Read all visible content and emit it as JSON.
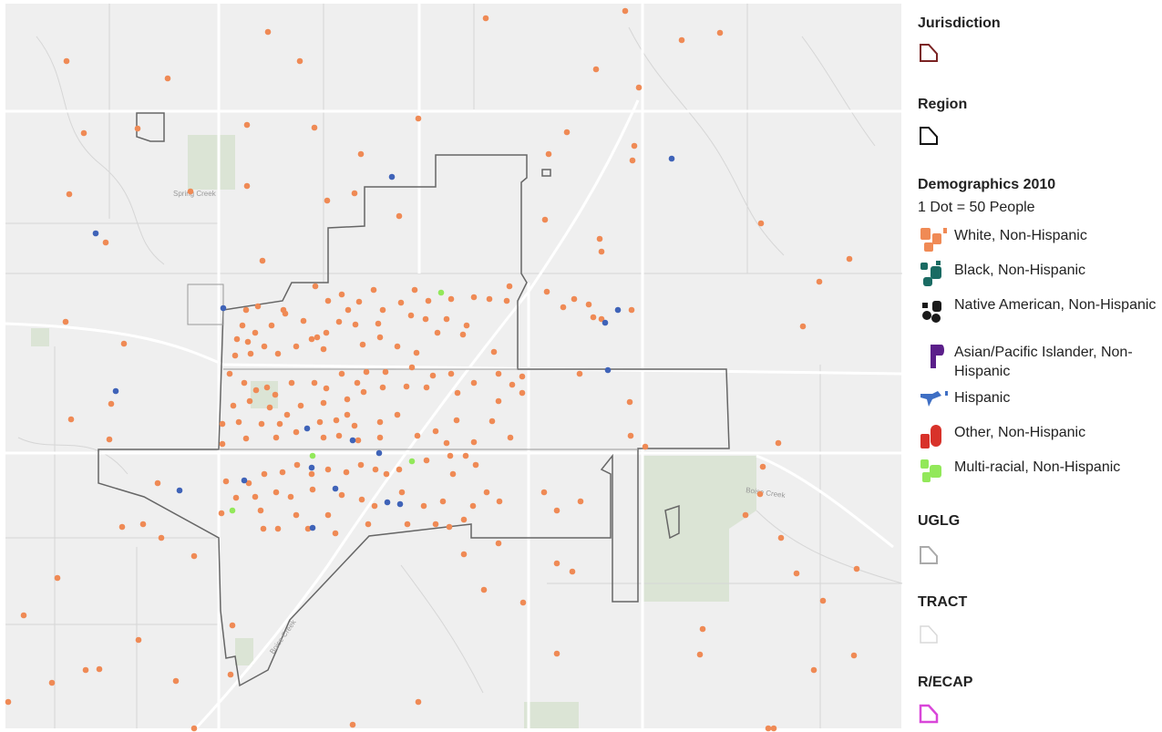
{
  "map": {
    "place_labels": [
      "Spring Creek",
      "Boise Creek",
      "Boise Creek"
    ],
    "colors": {
      "white": "#ef8a55",
      "hispanic": "#3f63b8",
      "multiracial": "#92e85a",
      "jurisdiction": "#555555",
      "park": "#dce5d6",
      "road": "#ffffff",
      "base": "#efefef"
    }
  },
  "legend": {
    "jurisdiction": {
      "title": "Jurisdiction",
      "color": "#7a2222",
      "icon": "polygon-outline-icon"
    },
    "region": {
      "title": "Region",
      "color": "#111111",
      "icon": "polygon-outline-icon"
    },
    "demographics": {
      "title": "Demographics 2010",
      "subtitle": "1 Dot = 50 People",
      "items": [
        {
          "label": "White, Non-Hispanic",
          "color": "#f08a55"
        },
        {
          "label": "Black, Non-Hispanic",
          "color": "#1a6b63"
        },
        {
          "label": "Native American, Non-Hispanic",
          "color": "#1a1a1a"
        },
        {
          "label": "Asian/Pacific Islander, Non-Hispanic",
          "color": "#5b1f8a"
        },
        {
          "label": "Hispanic",
          "color": "#3f6fc4"
        },
        {
          "label": "Other, Non-Hispanic",
          "color": "#d8322a"
        },
        {
          "label": "Multi-racial, Non-Hispanic",
          "color": "#92e85a"
        }
      ]
    },
    "uglg": {
      "title": "UGLG",
      "color": "#aaaaaa",
      "icon": "polygon-outline-icon"
    },
    "tract": {
      "title": "TRACT",
      "color": "#d8d8d8",
      "icon": "polygon-outline-icon"
    },
    "recap": {
      "title": "R/ECAP",
      "color": "#d946d9",
      "icon": "polygon-outline-icon"
    }
  }
}
